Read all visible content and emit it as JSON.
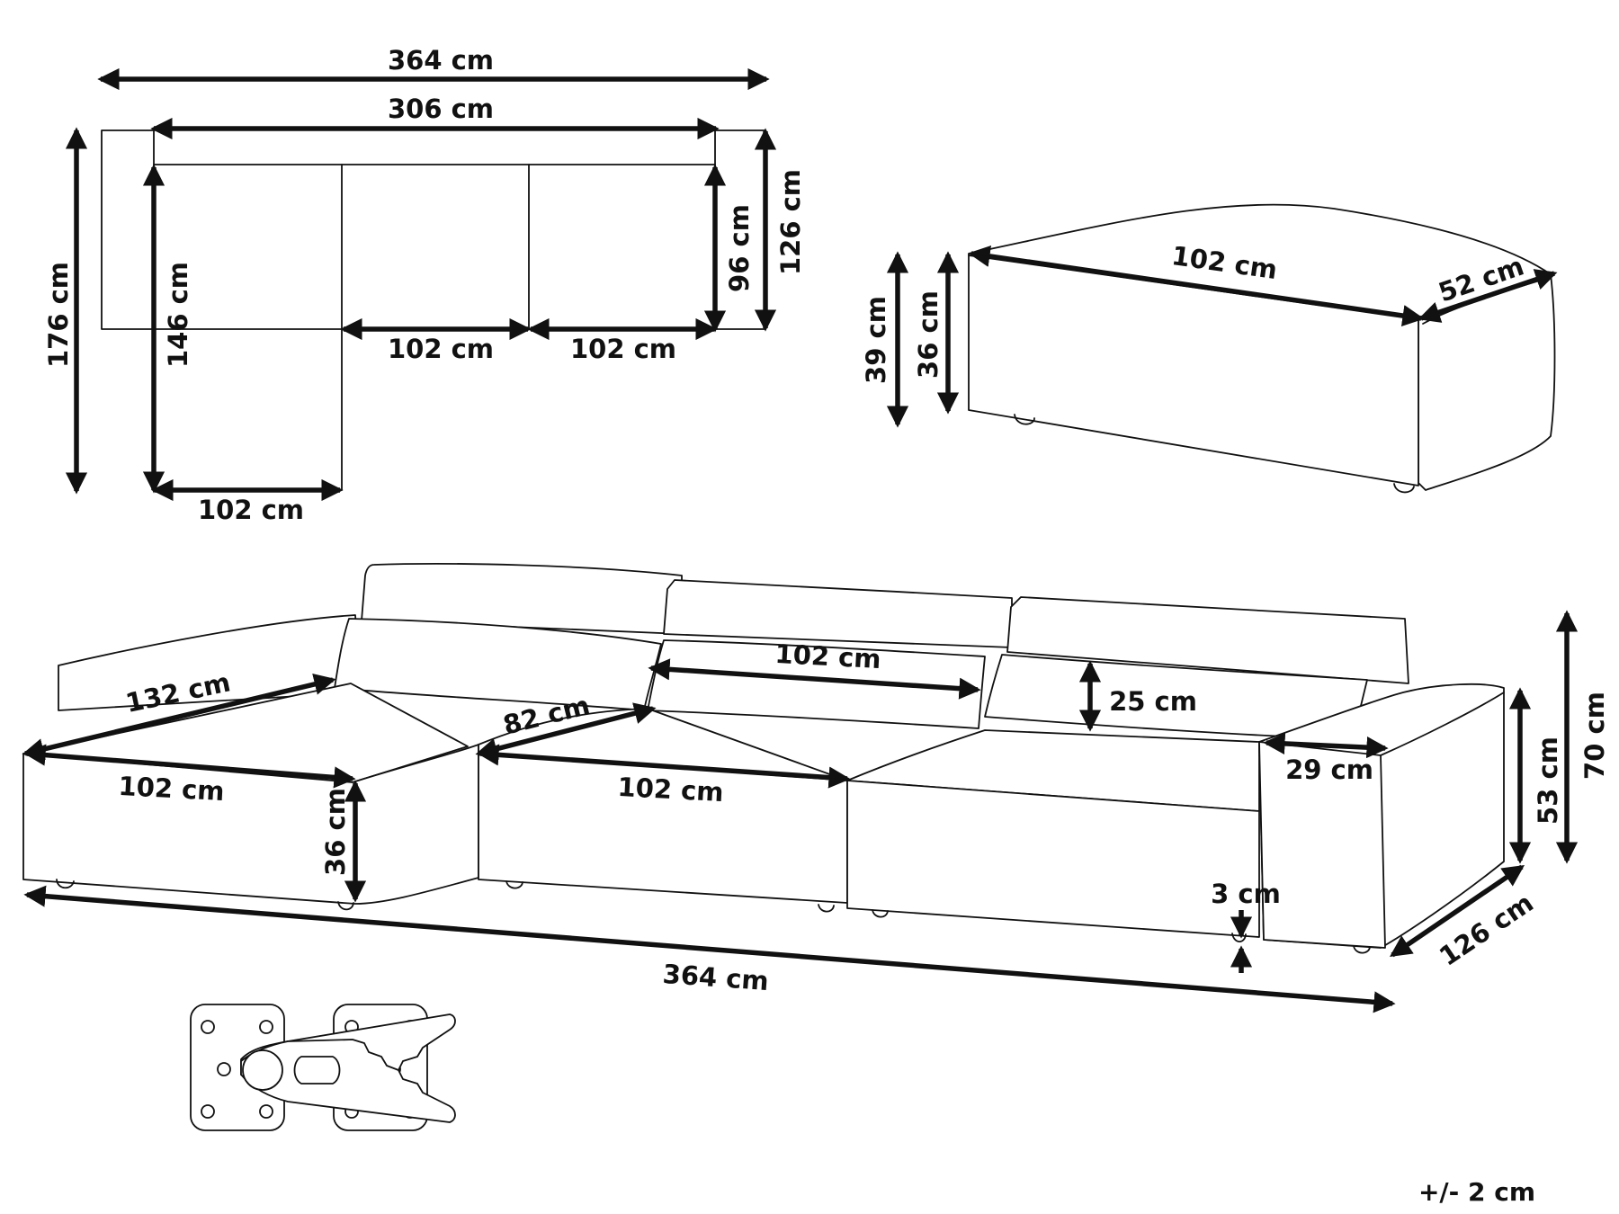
{
  "top_view": {
    "total_width": "364 cm",
    "inner_width": "306 cm",
    "total_depth": "176 cm",
    "chaise_depth": "146 cm",
    "seat_depth": "96 cm",
    "module_depth": "126 cm",
    "seat_width_middle": "102 cm",
    "seat_width_right": "102 cm",
    "chaise_width": "102 cm"
  },
  "ottoman": {
    "width": "102 cm",
    "depth": "52 cm",
    "total_height": "39 cm",
    "seat_height": "36 cm"
  },
  "front_view": {
    "chaise_length": "132 cm",
    "chaise_width": "102 cm",
    "chaise_height": "36 cm",
    "middle_seat_depth": "82 cm",
    "middle_seat_width": "102 cm",
    "back_cushion_width": "102 cm",
    "cushion_height": "25 cm",
    "armrest_width": "29 cm",
    "armrest_height": "53 cm",
    "total_height": "70 cm",
    "leg_height": "3 cm",
    "total_depth": "126 cm",
    "total_width": "364 cm"
  },
  "tolerance": "+/- 2 cm"
}
